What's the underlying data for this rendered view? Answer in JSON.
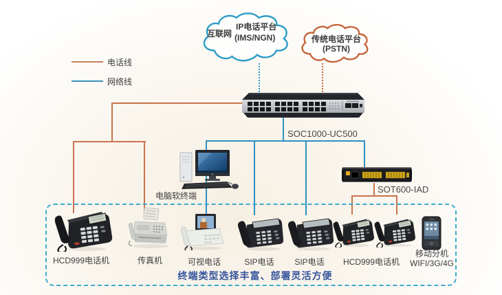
{
  "legend": {
    "phone_line_label": "电话线",
    "network_line_label": "网络线"
  },
  "clouds": {
    "internet_label": "互联网",
    "ip_platform_line1": "IP电话平台",
    "ip_platform_line2": "(IMS/NGN)",
    "pstn_line1": "传统电话平台",
    "pstn_line2": "(PSTN)"
  },
  "core": {
    "switch_label": "SOC1000-UC500",
    "iad_label": "SOT600-IAD",
    "pc_label": "电脑软终端"
  },
  "terminals": {
    "desk_phone_left": "HCD999电话机",
    "fax": "传真机",
    "video_phone": "可视电话",
    "sip_phone_1": "SIP电话",
    "sip_phone_2": "SIP电话",
    "desk_phone_right": "HCD999电话机",
    "mobile_line1": "移动分机",
    "mobile_line2": "WIFI/3G/4G"
  },
  "caption": "终端类型选择丰富、部署灵活方便",
  "colors": {
    "phone_line": "#c9734c",
    "network_line": "#2f8fc0",
    "box_border": "#3aa9cc",
    "cloud_ip_stroke": "#2d9bc7",
    "cloud_pstn_stroke": "#c4653a",
    "caption_text": "#34549c",
    "background": "#f8f3ea"
  }
}
